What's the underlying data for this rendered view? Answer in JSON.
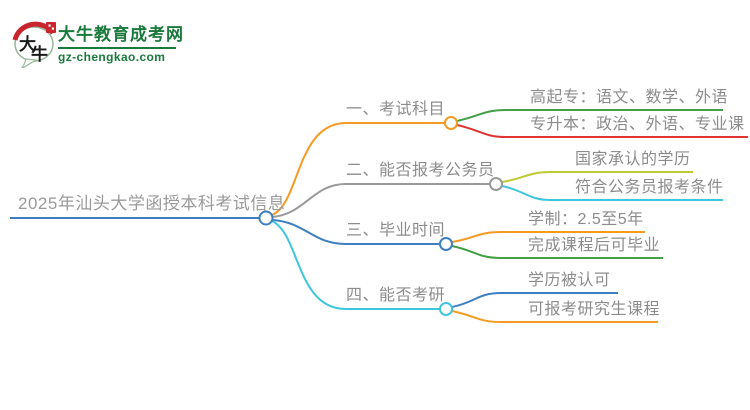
{
  "logo": {
    "site_name": "大牛教育成考网",
    "site_url": "gz-chengkao.com",
    "icon_text_top": "大",
    "icon_text_bottom": "牛",
    "brand_color": "#1a7a3c",
    "seal_color": "#c8252c"
  },
  "mindmap": {
    "text_color": "#8c8c8c",
    "central": {
      "label": "2025年汕头大学函授本科考试信息",
      "color": "#3e7fc1"
    },
    "branches": [
      {
        "label": "一、考试科目",
        "color": "#f59a23",
        "children": [
          {
            "label": "高起专：语文、数学、外语",
            "color": "#43a047"
          },
          {
            "label": "专升本：政治、外语、专业课",
            "color": "#e23333"
          }
        ]
      },
      {
        "label": "二、能否报考公务员",
        "color": "#9a9a9a",
        "children": [
          {
            "label": "国家承认的学历",
            "color": "#c0ca33"
          },
          {
            "label": "符合公务员报考条件",
            "color": "#3ec6dd"
          }
        ]
      },
      {
        "label": "三、毕业时间",
        "color": "#3e7fc1",
        "children": [
          {
            "label": "学制：2.5至5年",
            "color": "#f59a23"
          },
          {
            "label": "完成课程后可毕业",
            "color": "#43a047"
          }
        ]
      },
      {
        "label": "四、能否考研",
        "color": "#3ec6dd",
        "children": [
          {
            "label": "学历被认可",
            "color": "#3e7fc1"
          },
          {
            "label": "可报考研究生课程",
            "color": "#f59a23"
          }
        ]
      }
    ]
  }
}
